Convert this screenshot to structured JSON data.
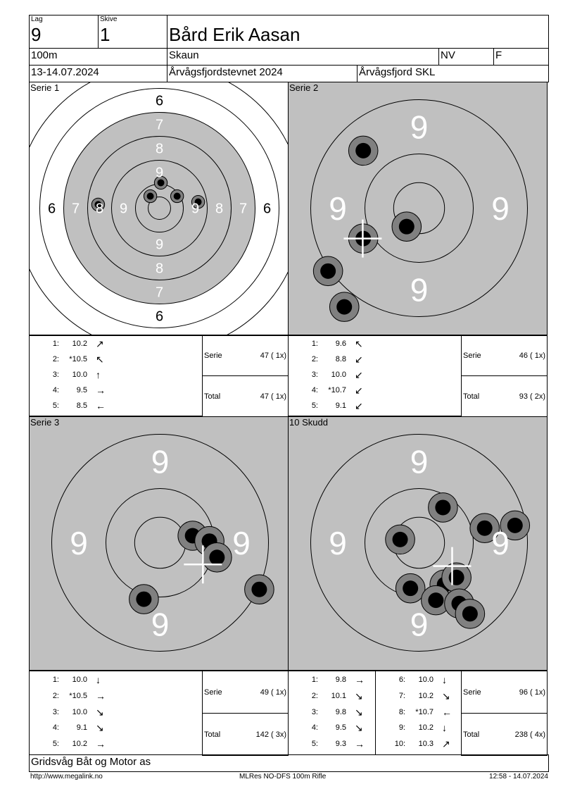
{
  "header": {
    "lag_label": "Lag",
    "lag": "9",
    "skive_label": "Skive",
    "skive": "1",
    "name": "Bård Erik Aasan",
    "distance": "100m",
    "club_place": "Skaun",
    "class1": "NV",
    "class2": "F",
    "date": "13-14.07.2024",
    "event": "Årvågsfjordstevnet 2024",
    "organizer": "Årvågsfjord SKL"
  },
  "panels": [
    {
      "title": "Serie 1",
      "zoom": false,
      "shots": [
        [
          -2.56,
          -0.15
        ],
        [
          0.06,
          -1.06
        ],
        [
          -0.38,
          -0.5
        ],
        [
          0.74,
          -0.5
        ],
        [
          1.62,
          -0.26
        ]
      ],
      "cross": null
    },
    {
      "title": "Serie 2",
      "zoom": true,
      "shots": [
        [
          -1.03,
          -1.06
        ],
        [
          -0.23,
          0.34
        ],
        [
          -1.03,
          0.56
        ],
        [
          -1.68,
          1.16
        ],
        [
          -1.38,
          1.82
        ]
      ],
      "cross": [
        -1.04,
        0.56
      ]
    },
    {
      "title": "Serie 3",
      "zoom": true,
      "shots": [
        [
          0.6,
          -0.13
        ],
        [
          0.91,
          -0.03
        ],
        [
          1.05,
          0.27
        ],
        [
          1.83,
          0.86
        ],
        [
          -0.3,
          1.04
        ]
      ],
      "cross": [
        0.79,
        0.4
      ]
    },
    {
      "title": "10 Skudd",
      "zoom": true,
      "shots": [
        [
          0.44,
          -0.65
        ],
        [
          1.21,
          -0.27
        ],
        [
          1.77,
          -0.32
        ],
        [
          -0.35,
          -0.06
        ],
        [
          -0.16,
          0.84
        ],
        [
          0.47,
          0.77
        ],
        [
          0.69,
          0.64
        ],
        [
          0.31,
          1.06
        ],
        [
          0.74,
          1.12
        ],
        [
          0.94,
          1.31
        ]
      ],
      "cross": [
        0.61,
        0.43
      ]
    }
  ],
  "tables": [
    {
      "cols": [
        [
          [
            "1:",
            "10.2",
            "ne"
          ],
          [
            "2:",
            "*10.5",
            "nw"
          ],
          [
            "3:",
            "10.0",
            "n"
          ],
          [
            "4:",
            "9.5",
            "e"
          ],
          [
            "5:",
            "8.5",
            "w"
          ]
        ]
      ],
      "serie_label": "Serie",
      "serie": "47 ( 1x)",
      "total_label": "Total",
      "total": "47 ( 1x)"
    },
    {
      "cols": [
        [
          [
            "1:",
            "9.6",
            "nw"
          ],
          [
            "2:",
            "8.8",
            "sw"
          ],
          [
            "3:",
            "10.0",
            "sw"
          ],
          [
            "4:",
            "*10.7",
            "sw"
          ],
          [
            "5:",
            "9.1",
            "sw"
          ]
        ]
      ],
      "serie_label": "Serie",
      "serie": "46 ( 1x)",
      "total_label": "Total",
      "total": "93 ( 2x)"
    },
    {
      "cols": [
        [
          [
            "1:",
            "10.0",
            "s"
          ],
          [
            "2:",
            "*10.5",
            "e"
          ],
          [
            "3:",
            "10.0",
            "se"
          ],
          [
            "4:",
            "9.1",
            "se"
          ],
          [
            "5:",
            "10.2",
            "e"
          ]
        ]
      ],
      "serie_label": "Serie",
      "serie": "49 ( 1x)",
      "total_label": "Total",
      "total": "142 ( 3x)"
    },
    {
      "cols": [
        [
          [
            "1:",
            "9.8",
            "e"
          ],
          [
            "2:",
            "10.1",
            "se"
          ],
          [
            "3:",
            "9.8",
            "se"
          ],
          [
            "4:",
            "9.5",
            "se"
          ],
          [
            "5:",
            "9.3",
            "e"
          ]
        ],
        [
          [
            "6:",
            "10.0",
            "s"
          ],
          [
            "7:",
            "10.2",
            "se"
          ],
          [
            "8:",
            "*10.7",
            "w"
          ],
          [
            "9:",
            "10.2",
            "s"
          ],
          [
            "10:",
            "10.3",
            "ne"
          ]
        ]
      ],
      "serie_label": "Serie",
      "serie": "96 ( 1x)",
      "total_label": "Total",
      "total": "238 ( 4x)"
    }
  ],
  "sponsor": "Gridsvåg Båt og Motor as",
  "footer": {
    "url": "http://www.megalink.no",
    "program": "MLRes NO-DFS 100m Rifle",
    "timestamp": "12:58 - 14.07.2024"
  },
  "colors": {
    "target_gray": "#c0c0c0",
    "shot_gray": "#808080"
  }
}
